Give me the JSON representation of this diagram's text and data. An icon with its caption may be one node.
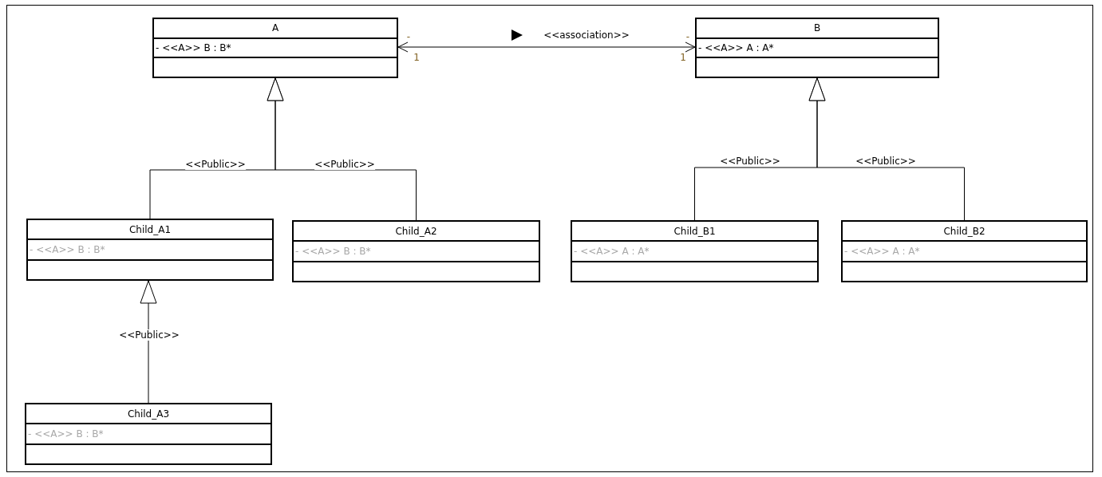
{
  "diagram": {
    "nodes": [
      {
        "text": [
          "A",
          "- <<A>> B : B*"
        ]
      },
      {
        "text": [
          "B",
          "- <<A>> A : A*"
        ]
      },
      {
        "text": [
          "Child_A1",
          "- <<A>> B : B*"
        ]
      },
      {
        "text": [
          "Child_A2",
          "- <<A>> B : B*"
        ]
      },
      {
        "text": [
          "Child_A3",
          "- <<A>> B : B*"
        ]
      },
      {
        "text": [
          "Child_B1",
          "- <<A>> A : A*"
        ]
      },
      {
        "text": [
          "Child_B2",
          "- <<A>> A : A*"
        ]
      }
    ],
    "edges": [
      {
        "from": 0,
        "to": 1,
        "arrow": "both",
        "label": "<<association>>"
      },
      {
        "from": 2,
        "to": 0,
        "arrow": "to",
        "label": "<<Public>>"
      },
      {
        "from": 3,
        "to": 0,
        "arrow": "to",
        "label": "<<Public>>"
      },
      {
        "from": 4,
        "to": 2,
        "arrow": "to",
        "label": "<<Public>>"
      },
      {
        "from": 5,
        "to": 1,
        "arrow": "to",
        "label": "<<Public>>"
      },
      {
        "from": 6,
        "to": 1,
        "arrow": "to",
        "label": "<<Public>>"
      }
    ],
    "labels": [
      "-",
      "-",
      "1",
      "1"
    ]
  }
}
